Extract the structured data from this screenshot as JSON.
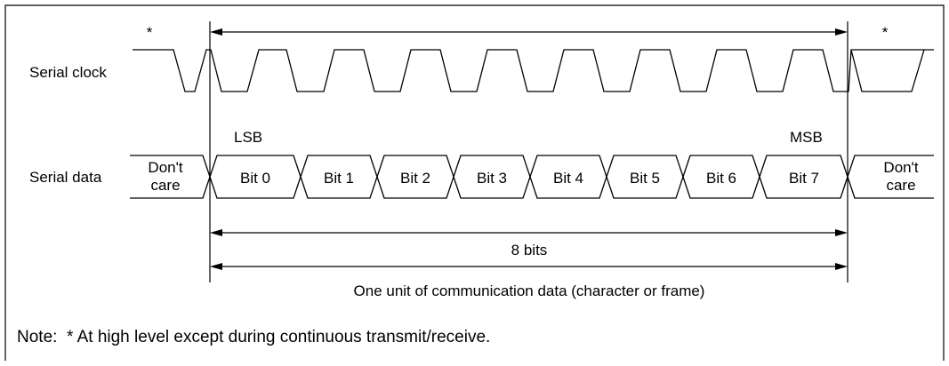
{
  "signals": {
    "clock_label": "Serial clock",
    "data_label": "Serial data"
  },
  "markers": {
    "lsb": "LSB",
    "msb": "MSB",
    "asterisk_left": "*",
    "asterisk_right": "*"
  },
  "data_cells": {
    "dont_care_left": [
      "Don't",
      "care"
    ],
    "bits": [
      "Bit 0",
      "Bit 1",
      "Bit 2",
      "Bit 3",
      "Bit 4",
      "Bit 5",
      "Bit 6",
      "Bit 7"
    ],
    "dont_care_right": [
      "Don't",
      "care"
    ]
  },
  "dimensions": {
    "bits_label": "8 bits",
    "frame_label": "One unit of communication data (character or frame)"
  },
  "note": {
    "text": "Note:  * At high level except during continuous transmit/receive."
  }
}
